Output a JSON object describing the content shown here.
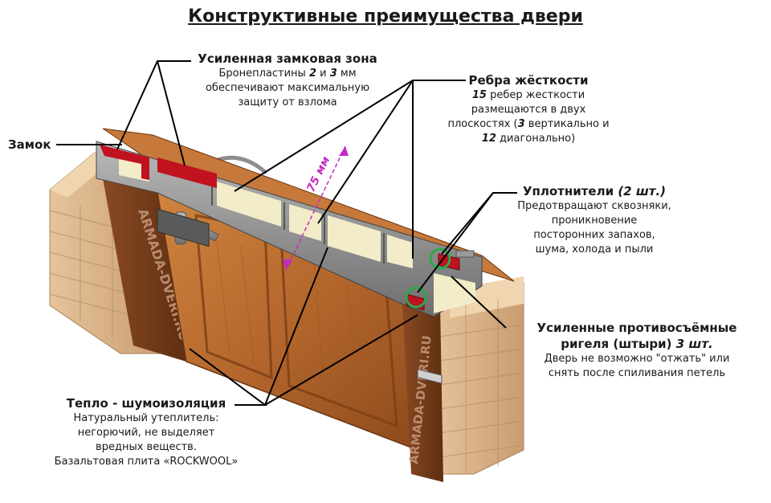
{
  "title": "Конструктивные преимущества двери",
  "lock_zone": {
    "heading": "Усиленная замковая зона",
    "line1_a": "Бронепластины ",
    "line1_b": "2",
    "line1_c": " и ",
    "line1_d": "3",
    "line1_e": " мм",
    "line2": "обеспечивают максимальную",
    "line3": "защиту от взлома"
  },
  "lock": {
    "heading": "Замок"
  },
  "ribs": {
    "heading": "Ребра жёсткости",
    "line1_a": "15",
    "line1_b": " ребер жесткости",
    "line2": "размещаются в двух",
    "line3_a": "плоскостях (",
    "line3_b": "3",
    "line3_c": " вертикально и",
    "line4_a": "12",
    "line4_b": " диагонально)"
  },
  "seals": {
    "heading_a": "Уплотнители ",
    "heading_b": "(2 шт.)",
    "line1": "Предотвращают сквозняки,",
    "line2": "проникновение",
    "line3": "посторонних запахов,",
    "line4": "шума, холода и пыли"
  },
  "bolts": {
    "heading1": "Усиленные противосъёмные",
    "heading2_a": "ригеля (штыри) ",
    "heading2_b": "3 шт.",
    "line1": "Дверь не возможно \"отжать\" или",
    "line2": "снять после спиливания петель"
  },
  "insulation": {
    "heading": "Тепло - шумоизоляция",
    "line1": "Натуральный утеплитель:",
    "line2": "негорючий, не выделяет",
    "line3": "вредных веществ.",
    "line4": "Базальтовая плита «ROCKWOOL»"
  },
  "thickness_label": "75 мм",
  "watermark": "ARMADA-DVERI.RU",
  "colors": {
    "wood": "#b4672c",
    "wood_dark": "#7a3e17",
    "brick": "#d9b48c",
    "steel": "#8d8d8d",
    "insulation": "#f3ecc8",
    "accent_red": "#c1121f",
    "seal_ring": "#2aa84a",
    "dimension": "#c42bc4"
  }
}
